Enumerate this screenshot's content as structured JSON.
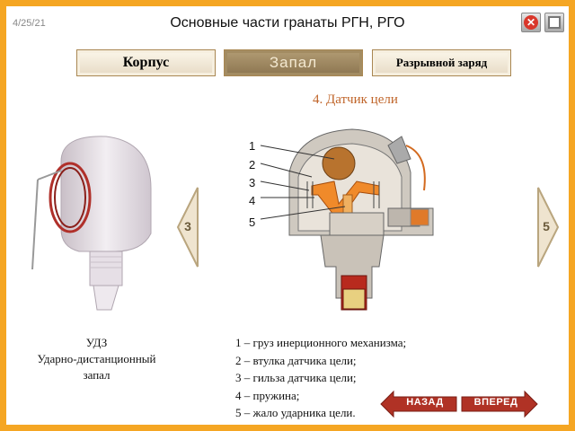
{
  "header": {
    "date": "4/25/21",
    "title": "Основные части гранаты РГН, РГО"
  },
  "window_controls": {
    "close_icon": "close-icon",
    "restore_icon": "window-icon"
  },
  "tabs": [
    {
      "label": "Корпус",
      "active": false
    },
    {
      "label": "Запал",
      "active": true
    },
    {
      "label": "Разрывной заряд",
      "active": false
    }
  ],
  "section": {
    "subtitle": "4. Датчик цели"
  },
  "diagram": {
    "callouts": [
      "1",
      "2",
      "3",
      "4",
      "5"
    ]
  },
  "pager": {
    "prev_label": "3",
    "next_label": "5"
  },
  "caption": {
    "line1": "УДЗ",
    "line2": "Ударно-дистанционный",
    "line3": "запал"
  },
  "legend": [
    "1 – груз инерционного механизма;",
    "2 – втулка датчика цели;",
    "3 – гильза датчика цели;",
    "4 – пружина;",
    "5 – жало ударника цели."
  ],
  "buttons": {
    "back": "НАЗАД",
    "forward": "ВПЕРЕД"
  },
  "colors": {
    "frame": "#f5a623",
    "accent_text": "#c0652a",
    "nav_red": "#c0392b"
  }
}
